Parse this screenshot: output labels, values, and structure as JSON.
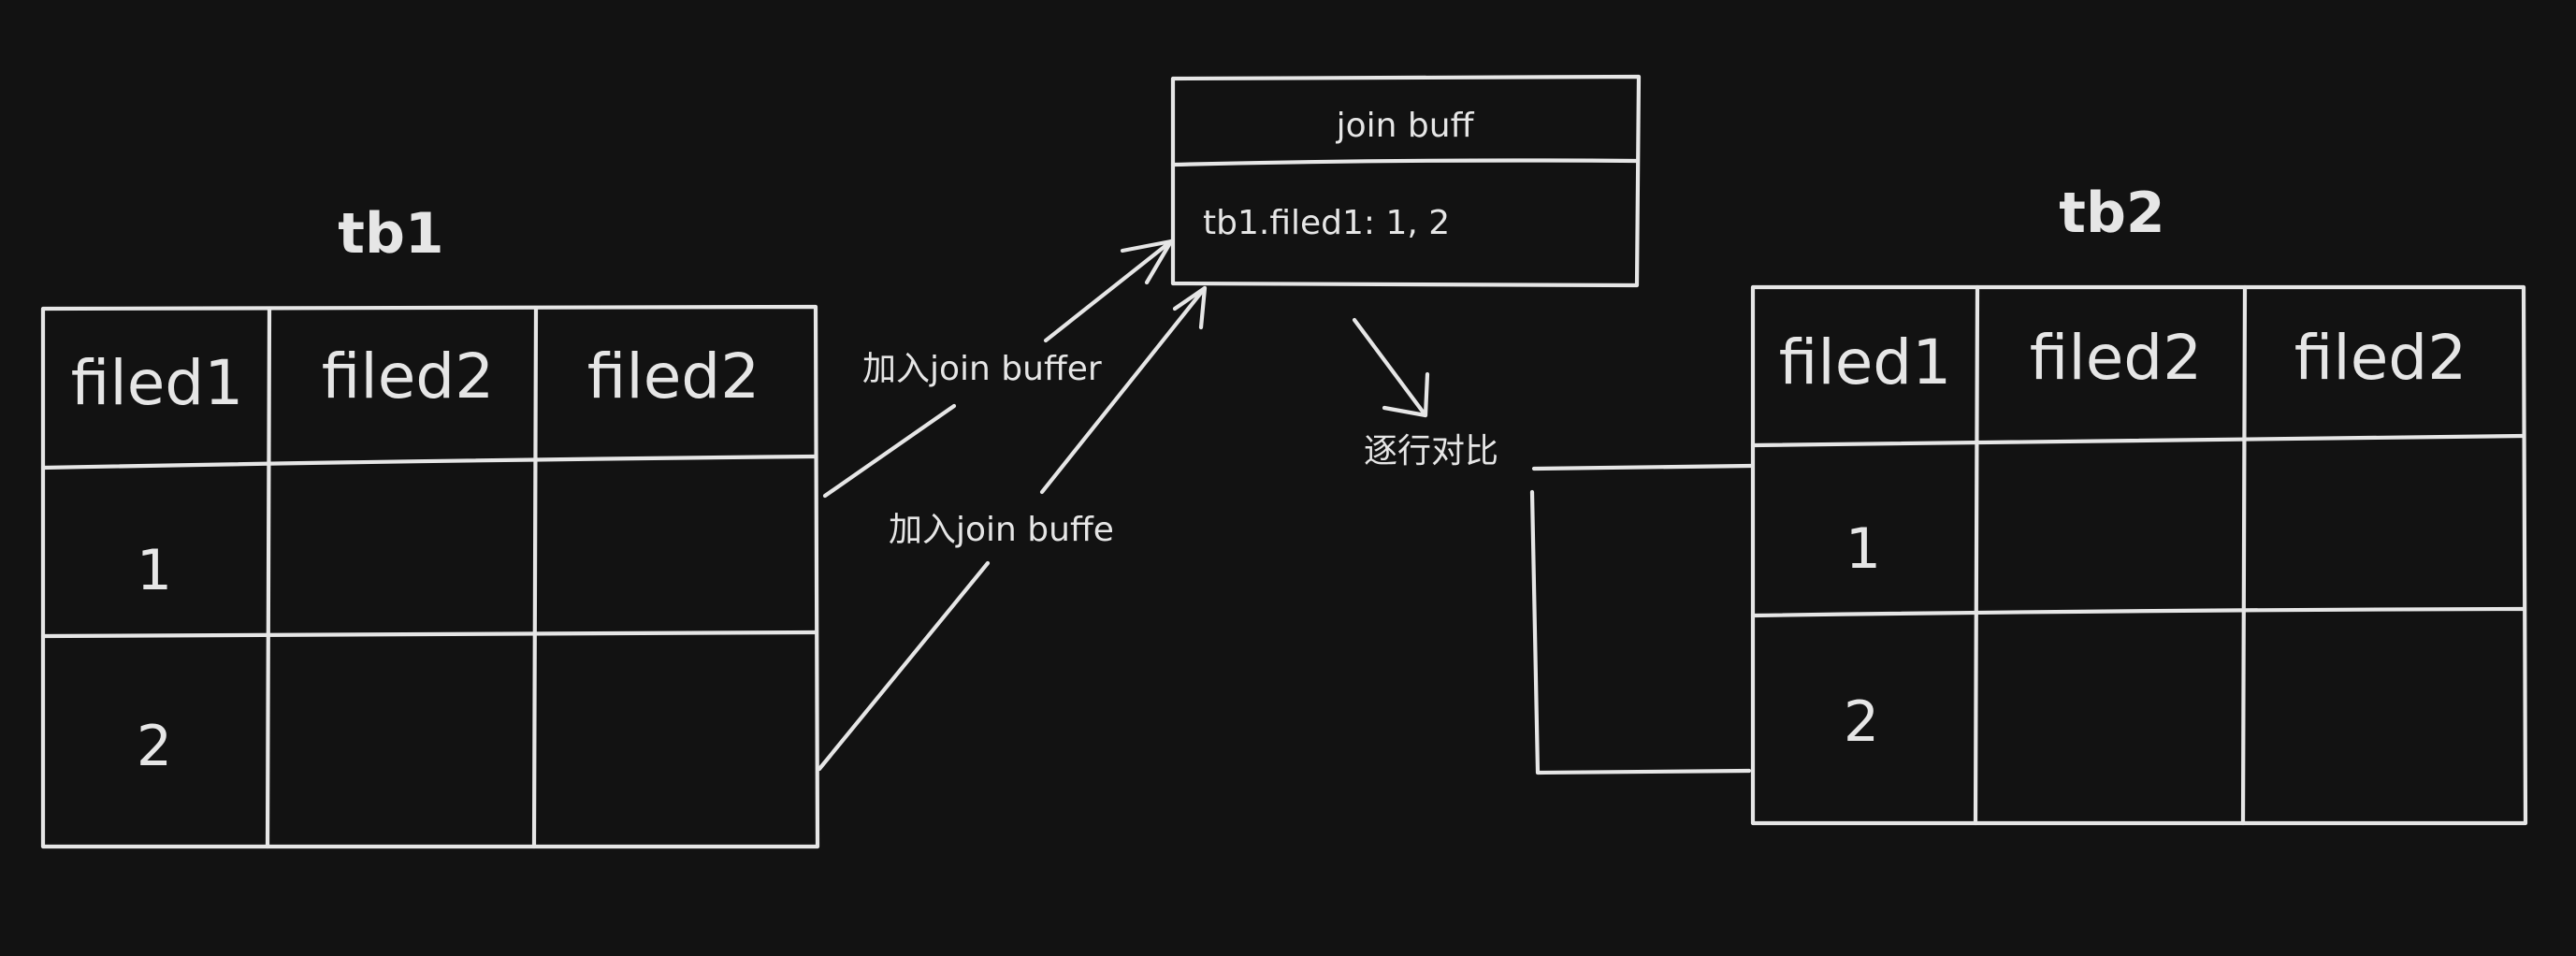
{
  "tb1": {
    "title": "tb1",
    "headers": [
      "filed1",
      "filed2",
      "filed2"
    ],
    "rows": [
      [
        "1",
        "",
        ""
      ],
      [
        "2",
        "",
        ""
      ]
    ]
  },
  "tb2": {
    "title": "tb2",
    "headers": [
      "filed1",
      "filed2",
      "filed2"
    ],
    "rows": [
      [
        "1",
        "",
        ""
      ],
      [
        "2",
        "",
        ""
      ]
    ]
  },
  "join_buffer": {
    "title": "join buff",
    "content": "tb1.filed1: 1, 2"
  },
  "labels": {
    "arrow_row1": "加入join buffer",
    "arrow_row2": "加入join buffe",
    "compare": "逐行对比"
  },
  "colors": {
    "background": "#121212",
    "ink": "#e6e6e6"
  }
}
